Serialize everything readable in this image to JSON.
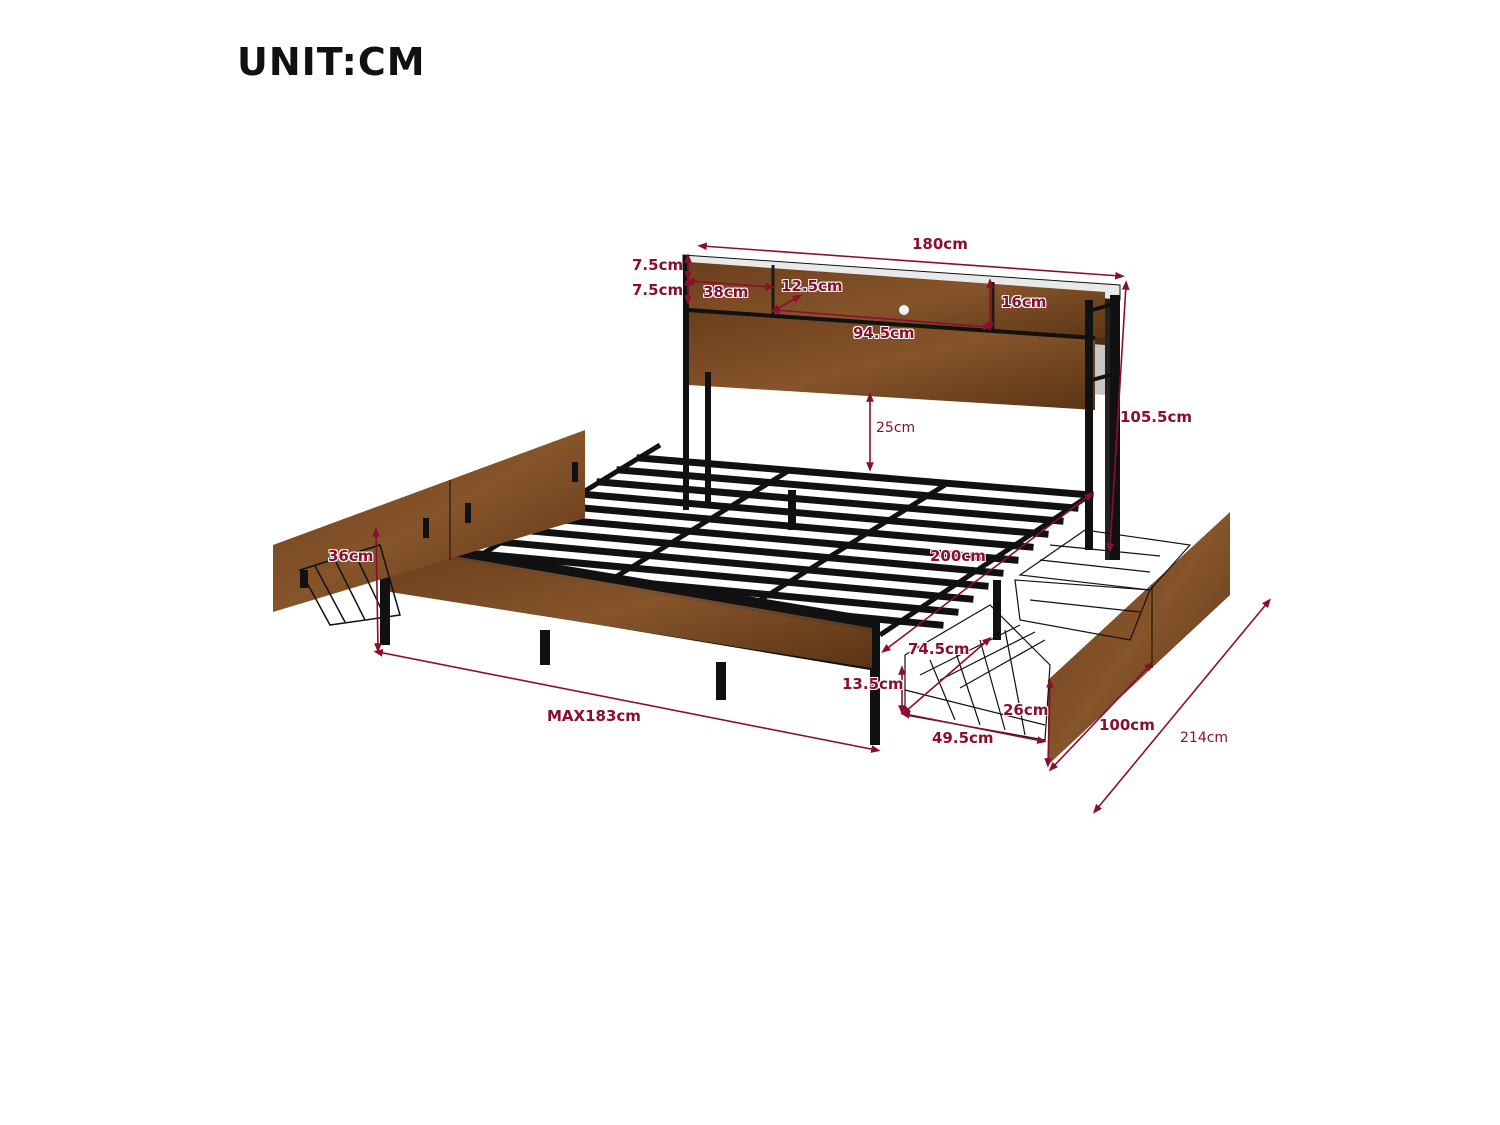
{
  "header": {
    "unit_label": "UNIT:CM"
  },
  "colors": {
    "dimension": "#8b0f2c",
    "wood": "#7a4a22",
    "wood_dark": "#4f2e14",
    "metal": "#151515",
    "background": "#ffffff"
  },
  "dimensions": {
    "headboard_width": "180cm",
    "shelf_top_height": "7.5cm",
    "shelf_bottom_height": "7.5cm",
    "left_shelf_width": "38cm",
    "shelf_depth": "12.5cm",
    "center_shelf_width": "94.5cm",
    "right_shelf_height": "16cm",
    "total_height": "105.5cm",
    "headboard_clearance": "25cm",
    "bed_length": "200cm",
    "drawer_front_height": "36cm",
    "bed_width": "MAX183cm",
    "drawer_depth": "74.5cm",
    "drawer_basket_height": "13.5cm",
    "drawer_front_inner_height": "26cm",
    "drawer_width": "49.5cm",
    "drawer_pair_length": "100cm",
    "total_length": "214cm"
  }
}
